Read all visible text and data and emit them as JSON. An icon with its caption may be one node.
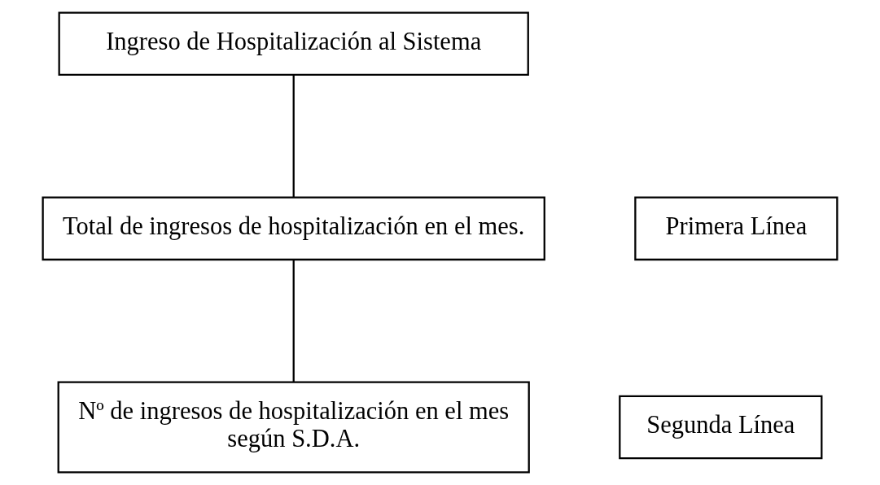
{
  "diagram": {
    "nodes": [
      {
        "text": [
          "Ingreso de Hospitalización al Sistema"
        ]
      },
      {
        "text": [
          "Primera Línea"
        ]
      },
      {
        "text": [
          "Total de ingresos de hospitalización en el mes."
        ]
      },
      {
        "text": [
          "Segunda Línea"
        ]
      },
      {
        "text": [
          "Nº de ingresos de hospitalización en el mes según S.D.A."
        ]
      }
    ],
    "edges": [
      {
        "from": 0,
        "to": 2,
        "arrow": "none"
      },
      {
        "from": 2,
        "to": 4,
        "arrow": "none"
      }
    ]
  }
}
